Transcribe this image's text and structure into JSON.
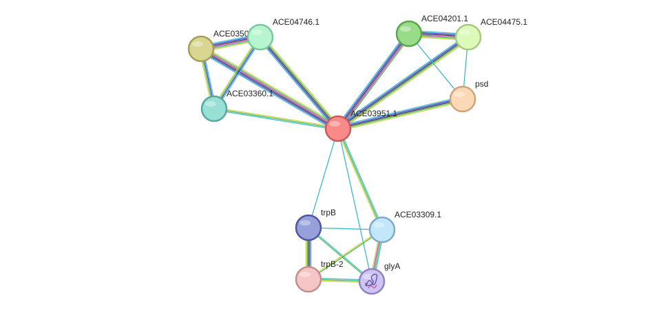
{
  "nodes": [
    {
      "id": "ACE03951.1",
      "label": "ACE03951.1",
      "color": "#f98a8a",
      "stroke": "#c75a5a"
    },
    {
      "id": "ACE03502",
      "label": "ACE0350",
      "color": "#d8d690",
      "stroke": "#a39f55"
    },
    {
      "id": "ACE04746.1",
      "label": "ACE04746.1",
      "color": "#b6f5cf",
      "stroke": "#7cc79b"
    },
    {
      "id": "ACE03360.1",
      "label": "ACE03360.1",
      "color": "#98e0d6",
      "stroke": "#5aa79c"
    },
    {
      "id": "ACE04201.1",
      "label": "ACE04201.1",
      "color": "#98dc8a",
      "stroke": "#5aa64c"
    },
    {
      "id": "ACE04475.1",
      "label": "ACE04475.1",
      "color": "#dcfab8",
      "stroke": "#a6c884"
    },
    {
      "id": "psd",
      "label": "psd",
      "color": "#fcd9b6",
      "stroke": "#cfa27c"
    },
    {
      "id": "trpB",
      "label": "trpB",
      "color": "#98a0dc",
      "stroke": "#4c56a0"
    },
    {
      "id": "ACE03309.1",
      "label": "ACE03309.1",
      "color": "#c2e6fa",
      "stroke": "#7fa9c4"
    },
    {
      "id": "trpB-2",
      "label": "trpB-2",
      "color": "#f6c6c6",
      "stroke": "#c28e8e"
    },
    {
      "id": "glyA",
      "label": "glyA",
      "color": "#d0c4f4",
      "stroke": "#8e82c6",
      "has_structure_icon": true
    }
  ],
  "edges": [
    {
      "from": "ACE03951.1",
      "to": "ACE03502",
      "evidence": [
        "#3ab9c9",
        "#3a3adb",
        "#2f2f2f",
        "#c43ac4",
        "#4ab84a",
        "#c8d44a"
      ]
    },
    {
      "from": "ACE03951.1",
      "to": "ACE04746.1",
      "evidence": [
        "#3ab9c9",
        "#3a3adb",
        "#2f2f2f",
        "#4ab84a",
        "#c8d44a"
      ]
    },
    {
      "from": "ACE03951.1",
      "to": "ACE03360.1",
      "evidence": [
        "#3ab9c9",
        "#4ab84a",
        "#c8d44a"
      ]
    },
    {
      "from": "ACE03951.1",
      "to": "ACE04201.1",
      "evidence": [
        "#3ab9c9",
        "#3a3adb",
        "#2f2f2f",
        "#c43ac4",
        "#4ab84a"
      ]
    },
    {
      "from": "ACE03951.1",
      "to": "ACE04475.1",
      "evidence": [
        "#3ab9c9",
        "#3a3adb",
        "#2f2f2f",
        "#4ab84a",
        "#c8d44a"
      ]
    },
    {
      "from": "ACE03951.1",
      "to": "psd",
      "evidence": [
        "#3ab9c9",
        "#3a3adb",
        "#2f2f2f",
        "#4ab84a",
        "#c8d44a"
      ]
    },
    {
      "from": "ACE03951.1",
      "to": "trpB",
      "evidence": [
        "#3ab9c9"
      ]
    },
    {
      "from": "ACE03951.1",
      "to": "ACE03309.1",
      "evidence": [
        "#3ab9c9",
        "#4ab84a",
        "#c8d44a"
      ]
    },
    {
      "from": "ACE03951.1",
      "to": "glyA",
      "evidence": [
        "#3ab9c9"
      ]
    },
    {
      "from": "ACE03502",
      "to": "ACE04746.1",
      "evidence": [
        "#3ab9c9",
        "#3a3adb",
        "#2f2f2f",
        "#c43ac4",
        "#4ab84a",
        "#c8d44a"
      ]
    },
    {
      "from": "ACE03502",
      "to": "ACE03360.1",
      "evidence": [
        "#3ab9c9",
        "#3a3adb",
        "#4ab84a",
        "#c8d44a"
      ]
    },
    {
      "from": "ACE04746.1",
      "to": "ACE03360.1",
      "evidence": [
        "#3ab9c9",
        "#3a3adb",
        "#4ab84a",
        "#c8d44a"
      ]
    },
    {
      "from": "ACE04201.1",
      "to": "ACE04475.1",
      "evidence": [
        "#3ab9c9",
        "#3a3adb",
        "#2f2f2f",
        "#c43ac4",
        "#4ab84a",
        "#c8d44a"
      ]
    },
    {
      "from": "ACE04201.1",
      "to": "psd",
      "evidence": [
        "#3ab9c9"
      ]
    },
    {
      "from": "ACE04475.1",
      "to": "psd",
      "evidence": [
        "#3ab9c9"
      ]
    },
    {
      "from": "trpB",
      "to": "ACE03309.1",
      "evidence": [
        "#3ab9c9"
      ]
    },
    {
      "from": "trpB",
      "to": "trpB-2",
      "evidence": [
        "#3ab9c9",
        "#3a3adb",
        "#2f2f2f",
        "#4ab84a",
        "#c8d44a"
      ]
    },
    {
      "from": "trpB",
      "to": "glyA",
      "evidence": [
        "#3ab9c9",
        "#4ab84a"
      ]
    },
    {
      "from": "ACE03309.1",
      "to": "trpB-2",
      "evidence": [
        "#4ab84a",
        "#c8d44a"
      ]
    },
    {
      "from": "ACE03309.1",
      "to": "glyA",
      "evidence": [
        "#3ab9c9",
        "#4ab84a",
        "#c43ac4",
        "#c8d44a"
      ]
    },
    {
      "from": "trpB-2",
      "to": "glyA",
      "evidence": [
        "#3ab9c9",
        "#4ab84a",
        "#c8d44a"
      ]
    }
  ]
}
